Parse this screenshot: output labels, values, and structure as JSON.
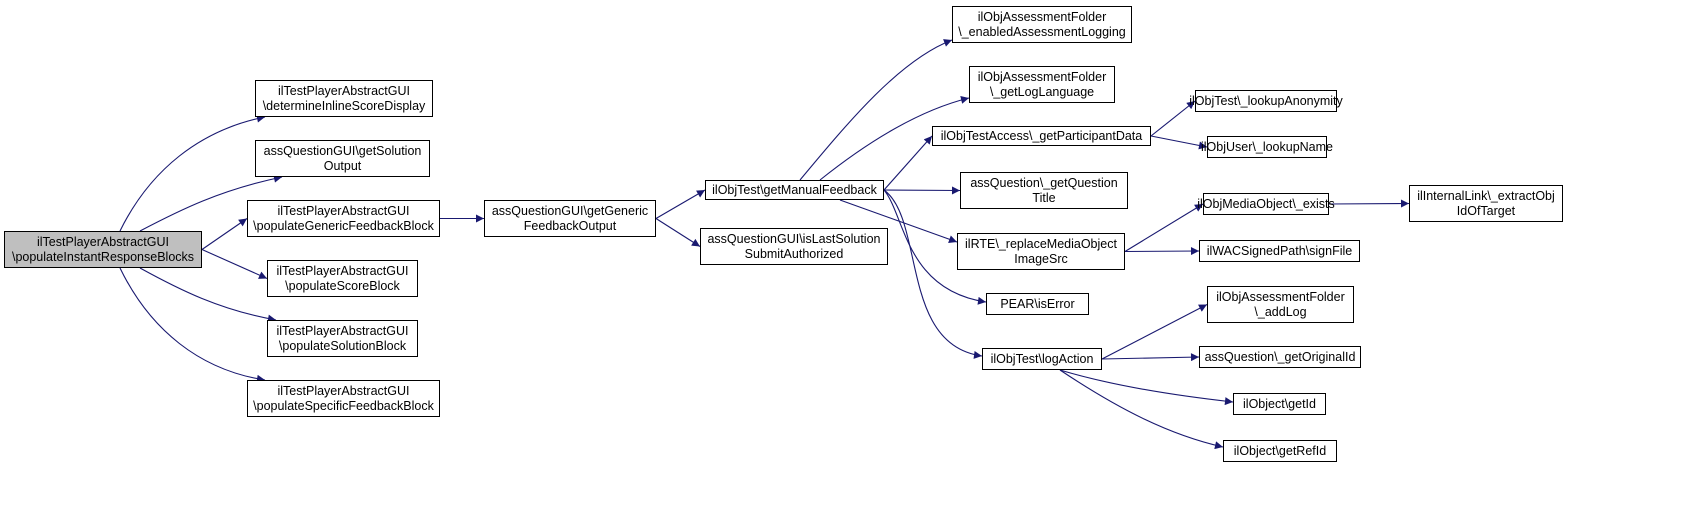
{
  "colors": {
    "root_fill": "#bfbfbf",
    "node_fill": "#ffffff",
    "edge": "#191970",
    "border": "#000000"
  },
  "nodes": [
    {
      "id": "root",
      "lines": [
        "ilTestPlayerAbstractGUI",
        "\\populateInstantResponseBlocks"
      ]
    },
    {
      "id": "determineInline",
      "lines": [
        "ilTestPlayerAbstractGUI",
        "\\determineInlineScoreDisplay"
      ]
    },
    {
      "id": "getSolutionOutput",
      "lines": [
        "assQuestionGUI\\getSolution",
        "Output"
      ]
    },
    {
      "id": "populateGenericFeedback",
      "lines": [
        "ilTestPlayerAbstractGUI",
        "\\populateGenericFeedbackBlock"
      ]
    },
    {
      "id": "populateScore",
      "lines": [
        "ilTestPlayerAbstractGUI",
        "\\populateScoreBlock"
      ]
    },
    {
      "id": "populateSolution",
      "lines": [
        "ilTestPlayerAbstractGUI",
        "\\populateSolutionBlock"
      ]
    },
    {
      "id": "populateSpecific",
      "lines": [
        "ilTestPlayerAbstractGUI",
        "\\populateSpecificFeedbackBlock"
      ]
    },
    {
      "id": "getGenericFeedback",
      "lines": [
        "assQuestionGUI\\getGeneric",
        "FeedbackOutput"
      ]
    },
    {
      "id": "isLastSolution",
      "lines": [
        "assQuestionGUI\\isLastSolution",
        "SubmitAuthorized"
      ]
    },
    {
      "id": "getManualFeedback",
      "lines": [
        "ilObjTest\\getManualFeedback"
      ]
    },
    {
      "id": "enabledLogging",
      "lines": [
        "ilObjAssessmentFolder",
        "\\_enabledAssessmentLogging"
      ]
    },
    {
      "id": "getLogLanguage",
      "lines": [
        "ilObjAssessmentFolder",
        "\\_getLogLanguage"
      ]
    },
    {
      "id": "getParticipantData",
      "lines": [
        "ilObjTestAccess\\_getParticipantData"
      ]
    },
    {
      "id": "getQuestionTitle",
      "lines": [
        "assQuestion\\_getQuestion",
        "Title"
      ]
    },
    {
      "id": "replaceMedia",
      "lines": [
        "ilRTE\\_replaceMediaObject",
        "ImageSrc"
      ]
    },
    {
      "id": "isError",
      "lines": [
        "PEAR\\isError"
      ]
    },
    {
      "id": "logAction",
      "lines": [
        "ilObjTest\\logAction"
      ]
    },
    {
      "id": "lookupAnonymity",
      "lines": [
        "ilObjTest\\_lookupAnonymity"
      ]
    },
    {
      "id": "lookupName",
      "lines": [
        "ilObjUser\\_lookupName"
      ]
    },
    {
      "id": "mediaExists",
      "lines": [
        "ilObjMediaObject\\_exists"
      ]
    },
    {
      "id": "signFile",
      "lines": [
        "ilWACSignedPath\\signFile"
      ]
    },
    {
      "id": "addLog",
      "lines": [
        "ilObjAssessmentFolder",
        "\\_addLog"
      ]
    },
    {
      "id": "getOriginalId",
      "lines": [
        "assQuestion\\_getOriginalId"
      ]
    },
    {
      "id": "getId",
      "lines": [
        "ilObject\\getId"
      ]
    },
    {
      "id": "getRefId",
      "lines": [
        "ilObject\\getRefId"
      ]
    },
    {
      "id": "extractObjId",
      "lines": [
        "ilInternalLink\\_extractObj",
        "IdOfTarget"
      ]
    }
  ],
  "edges": [
    [
      "root",
      "determineInline"
    ],
    [
      "root",
      "getSolutionOutput"
    ],
    [
      "root",
      "populateGenericFeedback"
    ],
    [
      "root",
      "populateScore"
    ],
    [
      "root",
      "populateSolution"
    ],
    [
      "root",
      "populateSpecific"
    ],
    [
      "populateGenericFeedback",
      "getGenericFeedback"
    ],
    [
      "getGenericFeedback",
      "getManualFeedback"
    ],
    [
      "getGenericFeedback",
      "isLastSolution"
    ],
    [
      "getManualFeedback",
      "enabledLogging"
    ],
    [
      "getManualFeedback",
      "getLogLanguage"
    ],
    [
      "getManualFeedback",
      "getParticipantData"
    ],
    [
      "getManualFeedback",
      "getQuestionTitle"
    ],
    [
      "getManualFeedback",
      "replaceMedia"
    ],
    [
      "getManualFeedback",
      "isError"
    ],
    [
      "getManualFeedback",
      "logAction"
    ],
    [
      "getParticipantData",
      "lookupAnonymity"
    ],
    [
      "getParticipantData",
      "lookupName"
    ],
    [
      "replaceMedia",
      "mediaExists"
    ],
    [
      "replaceMedia",
      "signFile"
    ],
    [
      "mediaExists",
      "extractObjId"
    ],
    [
      "logAction",
      "addLog"
    ],
    [
      "logAction",
      "getOriginalId"
    ],
    [
      "logAction",
      "getId"
    ],
    [
      "logAction",
      "getRefId"
    ]
  ]
}
